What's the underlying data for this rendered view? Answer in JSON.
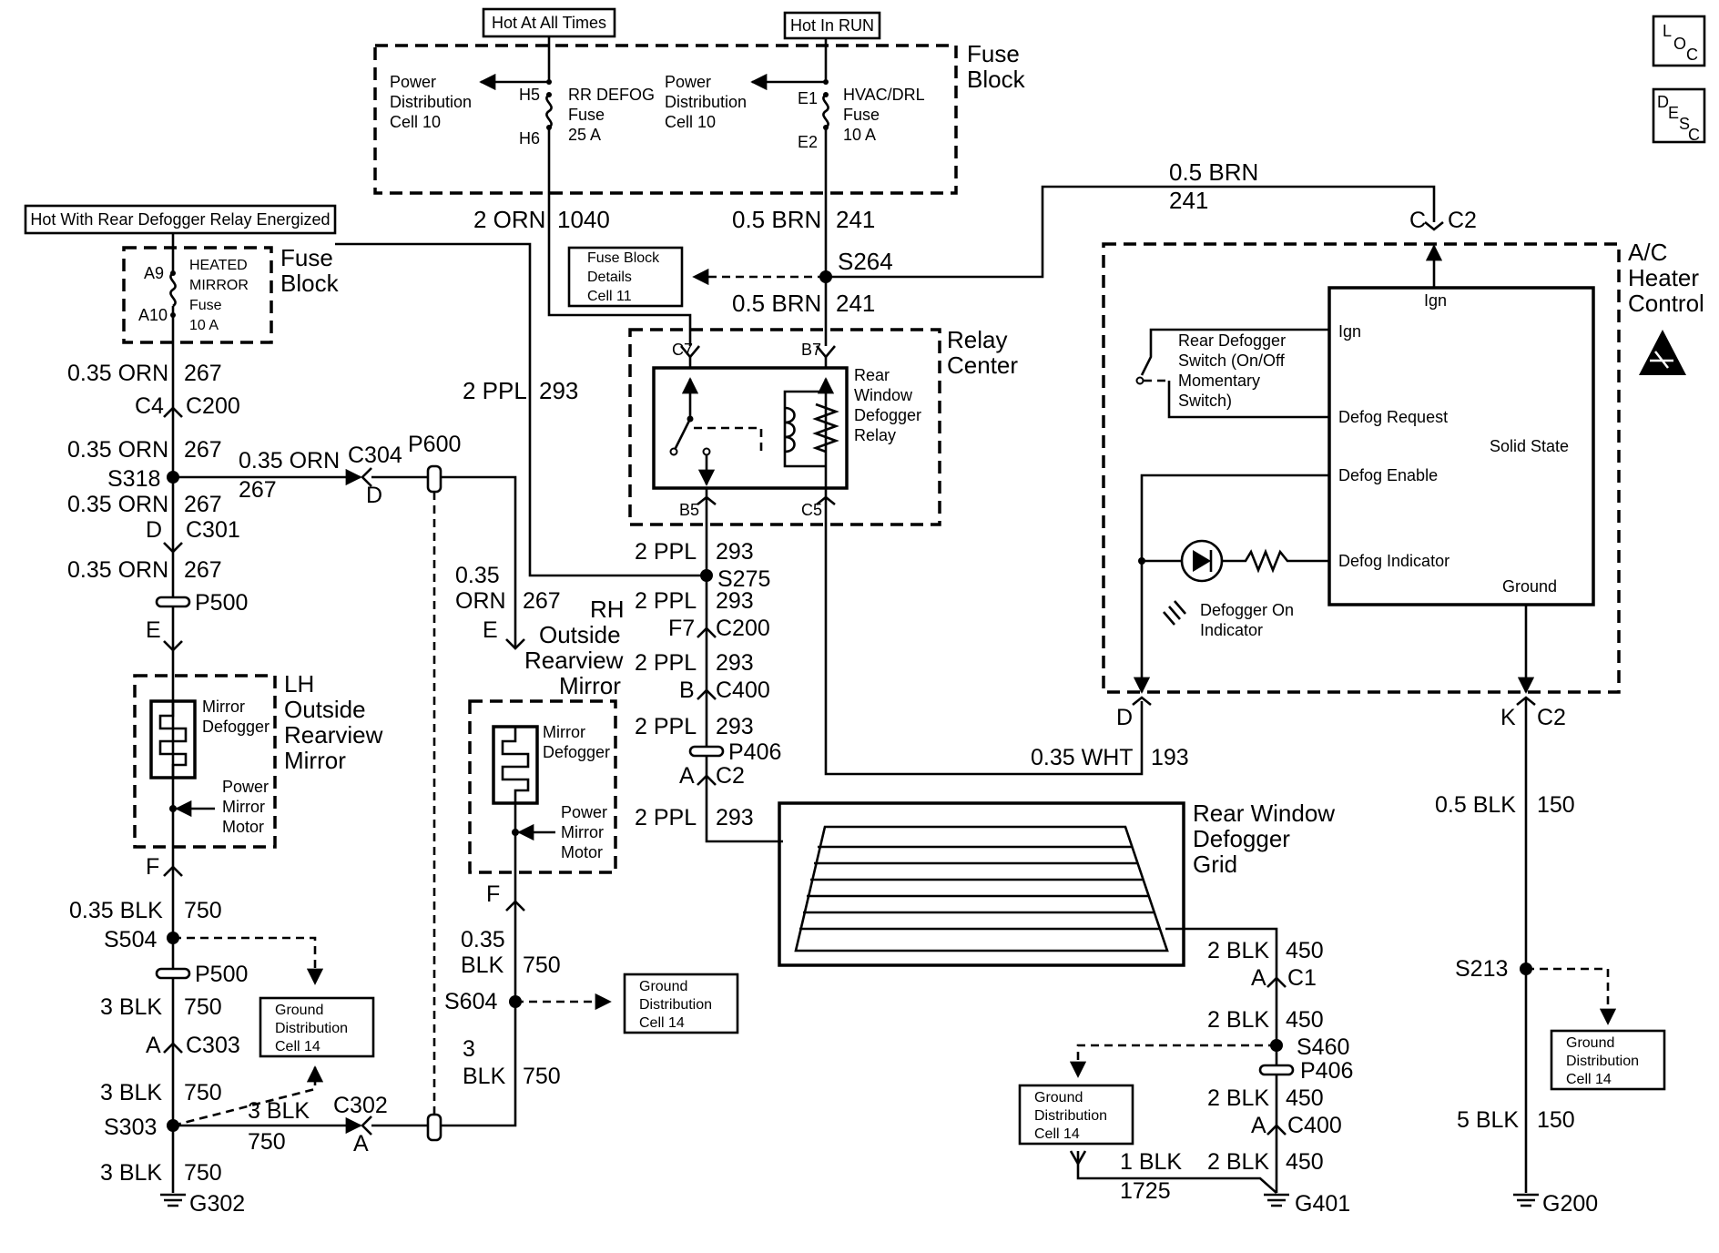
{
  "header": {
    "hot_all_times": "Hot At All Times",
    "hot_in_run": "Hot In RUN",
    "hot_relay": "Hot With Rear Defogger Relay Energized",
    "loc": [
      "L",
      "O",
      "C"
    ],
    "desc": [
      "D",
      "E",
      "S",
      "C"
    ]
  },
  "fuse_block_top": {
    "title": [
      "Fuse",
      "Block"
    ],
    "pdc_left": [
      "Power",
      "Distribution",
      "Cell 10"
    ],
    "pdc_right": [
      "Power",
      "Distribution",
      "Cell 10"
    ],
    "rr_defog": {
      "in": "H5",
      "out": "H6",
      "label": [
        "RR DEFOG",
        "Fuse",
        "25 A"
      ]
    },
    "hvac": {
      "in": "E1",
      "out": "E2",
      "label": [
        "HVAC/DRL",
        "Fuse",
        "10 A"
      ]
    }
  },
  "fuse_block_left": {
    "title": [
      "Fuse",
      "Block"
    ],
    "in": "A9",
    "out": "A10",
    "label": [
      "HEATED",
      "MIRROR",
      "Fuse",
      "10 A"
    ]
  },
  "wires": {
    "w_2orn_1040": [
      "2 ORN",
      "1040"
    ],
    "w_brn_241_a": [
      "0.5 BRN",
      "241"
    ],
    "w_brn_241_b": [
      "0.5 BRN",
      "241"
    ],
    "w_brn_241_c": [
      "0.5 BRN",
      "241"
    ],
    "w_2ppl_293_a": [
      "2 PPL",
      "293"
    ],
    "w_2ppl_293_b": [
      "2 PPL",
      "293"
    ],
    "w_2ppl_293_c": [
      "2 PPL",
      "293"
    ],
    "w_2ppl_293_d": [
      "2 PPL",
      "293"
    ],
    "w_2ppl_293_e": [
      "2 PPL",
      "293"
    ],
    "w_2ppl_293_f": [
      "2 PPL",
      "293"
    ],
    "w_orn_267_a": [
      "0.35 ORN",
      "267"
    ],
    "w_orn_267_b": [
      "0.35 ORN",
      "267"
    ],
    "w_orn_267_c": [
      "0.35 ORN",
      "267"
    ],
    "w_orn_267_d": [
      "0.35 ORN",
      "267"
    ],
    "w_orn_267_h": [
      "0.35 ORN",
      "267"
    ],
    "w_orn_267_rh": [
      "0.35",
      "ORN",
      "267"
    ],
    "w_blk_750_a": [
      "0.35 BLK",
      "750"
    ],
    "w_blk_750_b": [
      "3 BLK",
      "750"
    ],
    "w_blk_750_c": [
      "3 BLK",
      "750"
    ],
    "w_blk_750_d": [
      "3 BLK",
      "750"
    ],
    "w_blk_750_e": [
      "3 BLK",
      "750"
    ],
    "w_blk_750_rh1": [
      "0.35",
      "BLK",
      "750"
    ],
    "w_blk_750_rh2": [
      "3",
      "BLK",
      "750"
    ],
    "w_wht_193": [
      "0.35 WHT",
      "193"
    ],
    "w_blk_150_a": [
      "0.5 BLK",
      "150"
    ],
    "w_blk_150_b": [
      "5 BLK",
      "150"
    ],
    "w_blk_450_a": [
      "2 BLK",
      "450"
    ],
    "w_blk_450_b": [
      "2 BLK",
      "450"
    ],
    "w_blk_450_c": [
      "2 BLK",
      "450"
    ],
    "w_blk_450_d": [
      "2 BLK",
      "450"
    ],
    "w_blk_1725": [
      "1 BLK",
      "1725"
    ]
  },
  "connectors": {
    "s264": "S264",
    "s275": "S275",
    "s318": "S318",
    "s504": "S504",
    "s303": "S303",
    "s604": "S604",
    "s460": "S460",
    "s213": "S213",
    "c4": "C4",
    "c200a": "C200",
    "c304": "C304",
    "c304_d": "D",
    "p600": "P600",
    "c301_d": "D",
    "c301": "C301",
    "p500a": "P500",
    "e_lh": "E",
    "f_lh": "F",
    "p500b": "P500",
    "c303_a": "A",
    "c303": "C303",
    "c302": "C302",
    "c302_a": "A",
    "e_rh": "E",
    "f_rh": "F",
    "f7": "F7",
    "c200b": "C200",
    "b_c400": "B",
    "c400a": "C400",
    "p406a": "P406",
    "a_c2": "A",
    "c2a": "C2",
    "c_c2": "C",
    "c2b": "C2",
    "d_c2": "D",
    "k_c2": "K",
    "c2c": "C2",
    "a_c1": "A",
    "c1": "C1",
    "p406b": "P406",
    "a_c400": "A",
    "c400b": "C400",
    "c7": "C7",
    "b7": "B7",
    "b5": "B5",
    "c5": "C5"
  },
  "grounds": {
    "g302": "G302",
    "g401": "G401",
    "g200": "G200"
  },
  "components": {
    "fuse_details": [
      "Fuse Block",
      "Details",
      "Cell 11"
    ],
    "relay_center": [
      "Relay",
      "Center"
    ],
    "relay_label": [
      "Rear",
      "Window",
      "Defogger",
      "Relay"
    ],
    "lh_mirror": [
      "LH",
      "Outside",
      "Rearview",
      "Mirror"
    ],
    "rh_mirror": [
      "RH",
      "Outside",
      "Rearview",
      "Mirror"
    ],
    "mirror_defogger": [
      "Mirror",
      "Defogger"
    ],
    "power_mirror_motor": [
      "Power",
      "Mirror",
      "Motor"
    ],
    "rear_grid": [
      "Rear Window",
      "Defogger",
      "Grid"
    ],
    "ac_control": [
      "A/C",
      "Heater",
      "Control"
    ],
    "ac_pins": {
      "ign_top": "Ign",
      "ign": "Ign",
      "defog_request": "Defog Request",
      "defog_enable": "Defog Enable",
      "defog_indicator": "Defog Indicator",
      "solid_state": "Solid State",
      "ground": "Ground"
    },
    "switch_label": [
      "Rear Defogger",
      "Switch (On/Off",
      "Momentary",
      "Switch)"
    ],
    "indicator_label": [
      "Defogger On",
      "Indicator"
    ],
    "ground_dist": [
      "Ground",
      "Distribution",
      "Cell 14"
    ]
  }
}
